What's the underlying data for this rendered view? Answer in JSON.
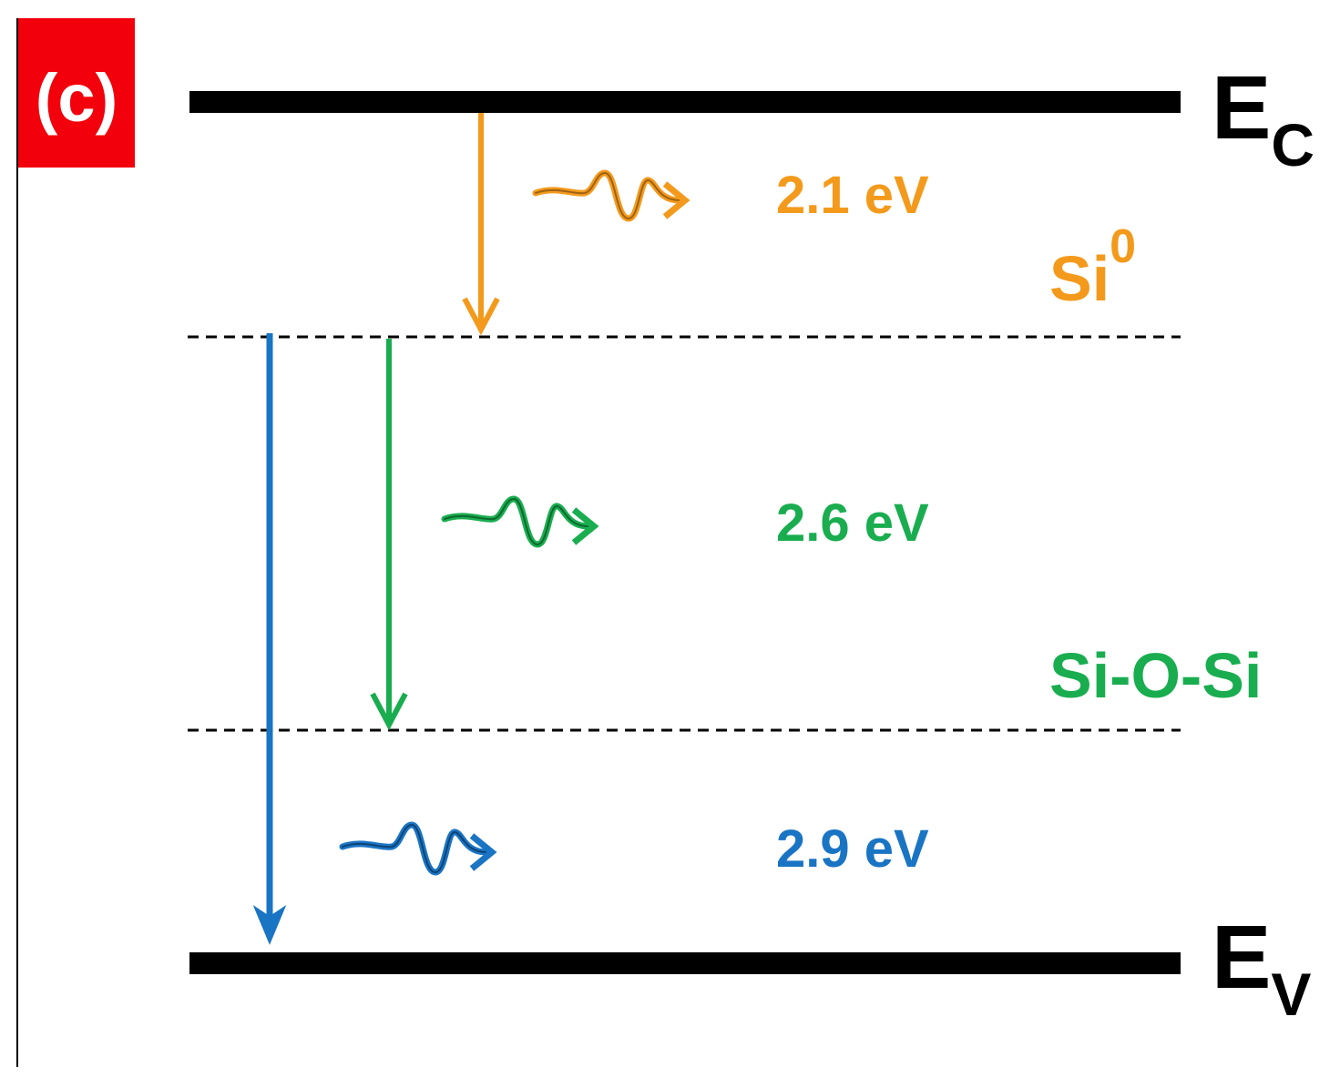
{
  "panel_label": "(c)",
  "colors": {
    "badge": "#f2000b",
    "band": "#000000",
    "orange": "#f39a1c",
    "green": "#19ad4f",
    "blue": "#1a74c4"
  },
  "bands": {
    "conduction": {
      "symbol": "E",
      "subscript": "C"
    },
    "valence": {
      "symbol": "E",
      "subscript": "V"
    }
  },
  "defect_levels": [
    {
      "name": "Si",
      "superscript": "0",
      "color": "orange"
    },
    {
      "name": "Si-O-Si",
      "superscript": "",
      "color": "green"
    }
  ],
  "transitions": [
    {
      "energy": "2.1 eV",
      "color": "orange",
      "from": "E_C",
      "to": "Si0"
    },
    {
      "energy": "2.6 eV",
      "color": "green",
      "from": "Si0",
      "to": "Si-O-Si"
    },
    {
      "energy": "2.9 eV",
      "color": "blue",
      "from": "Si0",
      "to": "E_V"
    }
  ]
}
